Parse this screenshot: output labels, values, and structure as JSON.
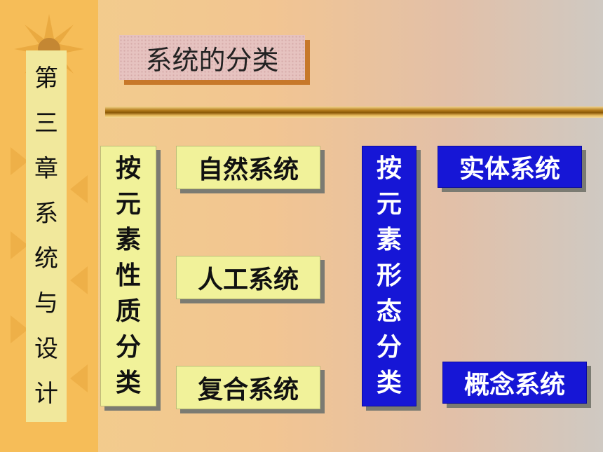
{
  "sidebar": {
    "vertical_title": [
      "第",
      "三",
      "章",
      "系",
      "统",
      "与",
      "设",
      "计"
    ]
  },
  "slide": {
    "title": "系统的分类",
    "group_by_nature": {
      "label_chars": [
        "按",
        "元",
        "素",
        "性",
        "质",
        "分",
        "类"
      ],
      "items": [
        "自然系统",
        "人工系统",
        "复合系统"
      ]
    },
    "group_by_form": {
      "label_chars": [
        "按",
        "元",
        "素",
        "形",
        "态",
        "分",
        "类"
      ],
      "items": [
        "实体系统",
        "概念系统"
      ]
    }
  },
  "colors": {
    "sidebar": "#f6bd58",
    "title_strip": "#f1e89c",
    "light_box": "#f1f29a",
    "blue_box": "#1616d6",
    "title_shadow": "#c7782a"
  }
}
